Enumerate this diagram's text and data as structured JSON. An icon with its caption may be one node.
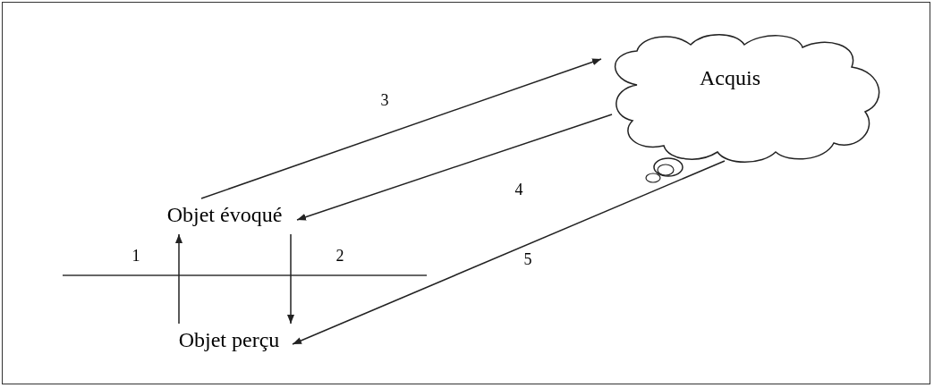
{
  "diagram": {
    "nodes": [
      {
        "text": [
          "Objet évoqué"
        ]
      },
      {
        "text": [
          "Objet perçu"
        ]
      },
      {
        "text": [
          "Acquis"
        ]
      }
    ],
    "edges": [
      {
        "from": 1,
        "to": 0,
        "arrow": "to",
        "label": "1"
      },
      {
        "from": 0,
        "to": 1,
        "arrow": "to",
        "label": "2"
      },
      {
        "from": 0,
        "to": 2,
        "arrow": "to",
        "label": "3"
      },
      {
        "from": 2,
        "to": 0,
        "arrow": "to",
        "label": "4"
      },
      {
        "from": 2,
        "to": 1,
        "arrow": "to",
        "label": "5"
      }
    ]
  }
}
